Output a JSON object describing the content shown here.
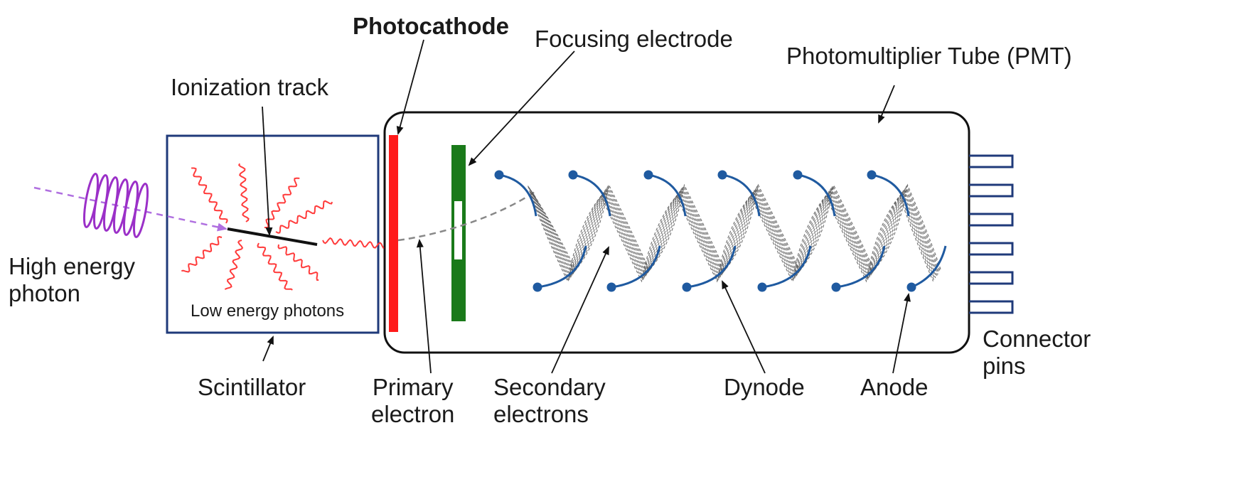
{
  "labels": {
    "photocathode": "Photocathode",
    "focusing_electrode": "Focusing electrode",
    "pmt": "Photomultiplier Tube (PMT)",
    "ionization_track": "Ionization track",
    "high_energy_photon_line1": "High energy",
    "high_energy_photon_line2": "photon",
    "low_energy_photons": "Low energy photons",
    "scintillator": "Scintillator",
    "primary_electron_line1": "Primary",
    "primary_electron_line2": "electron",
    "secondary_electrons_line1": "Secondary",
    "secondary_electrons_line2": "electrons",
    "dynode": "Dynode",
    "anode": "Anode",
    "connector_pins_line1": "Connector",
    "connector_pins_line2": "pins"
  },
  "colors": {
    "photocathode": "#ff1a1a",
    "focusing_electrode": "#1a7a1a",
    "dynode": "#1f5aa0",
    "scintillator_box": "#1f3a7a",
    "pins": "#1f3a7a",
    "high_energy_wave": "#9b30c8",
    "low_energy_wave": "#ff3b3b",
    "electron_paths": "#555555"
  }
}
